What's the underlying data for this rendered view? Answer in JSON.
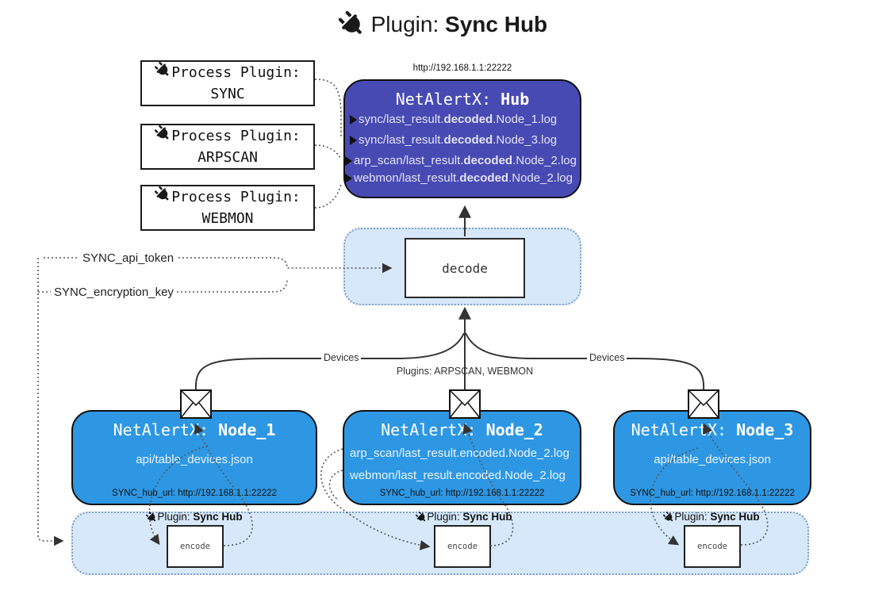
{
  "title": {
    "prefix": "Plugin: ",
    "bold": "Sync Hub"
  },
  "colors": {
    "hub_fill": "#484ab4",
    "node_fill": "#2e97e3",
    "panel_fill": "#d6e8fa",
    "panel_border": "#7f9ec4"
  },
  "process_plugins": [
    {
      "label": "Process Plugin:",
      "name": "SYNC"
    },
    {
      "label": "Process Plugin:",
      "name": "ARPSCAN"
    },
    {
      "label": "Process Plugin:",
      "name": "WEBMON"
    }
  ],
  "hub": {
    "url": "http://192.168.1.1:22222",
    "title_prefix": "NetAlertX: ",
    "title_bold": "Hub",
    "lines": [
      {
        "pre": "sync/last_result.",
        "bold": "decoded",
        "post": ".Node_1.log"
      },
      {
        "pre": "sync/last_result.",
        "bold": "decoded",
        "post": ".Node_3.log"
      },
      {
        "pre": "arp_scan/last_result.",
        "bold": "decoded",
        "post": ".Node_2.log"
      },
      {
        "pre": "webmon/last_result.",
        "bold": "decoded",
        "post": ".Node_2.log"
      }
    ]
  },
  "decode": {
    "label": "decode"
  },
  "keys": {
    "api_token": "SYNC_api_token",
    "encryption_key": "SYNC_encryption_key"
  },
  "edges": {
    "devices_left": "Devices",
    "plugins_center": "Plugins: ARPSCAN, WEBMON",
    "devices_right": "Devices"
  },
  "nodes": [
    {
      "title_prefix": "NetAlertX: ",
      "title_bold": "Node_1",
      "lines": [
        "api/table_devices.json"
      ],
      "hub_url": "SYNC_hub_url: http://192.168.1.1:22222"
    },
    {
      "title_prefix": "NetAlertX: ",
      "title_bold": "Node_2",
      "lines": [
        "arp_scan/last_result.encoded.Node_2.log",
        "webmon/last_result.encoded.Node_2.log"
      ],
      "hub_url": "SYNC_hub_url: http://192.168.1.1:22222"
    },
    {
      "title_prefix": "NetAlertX: ",
      "title_bold": "Node_3",
      "lines": [
        "api/table_devices.json"
      ],
      "hub_url": "SYNC_hub_url: http://192.168.1.1:22222"
    }
  ],
  "encode_section": {
    "label_prefix": "Plugin: ",
    "label_bold": "Sync Hub",
    "encode_label": "encode"
  }
}
